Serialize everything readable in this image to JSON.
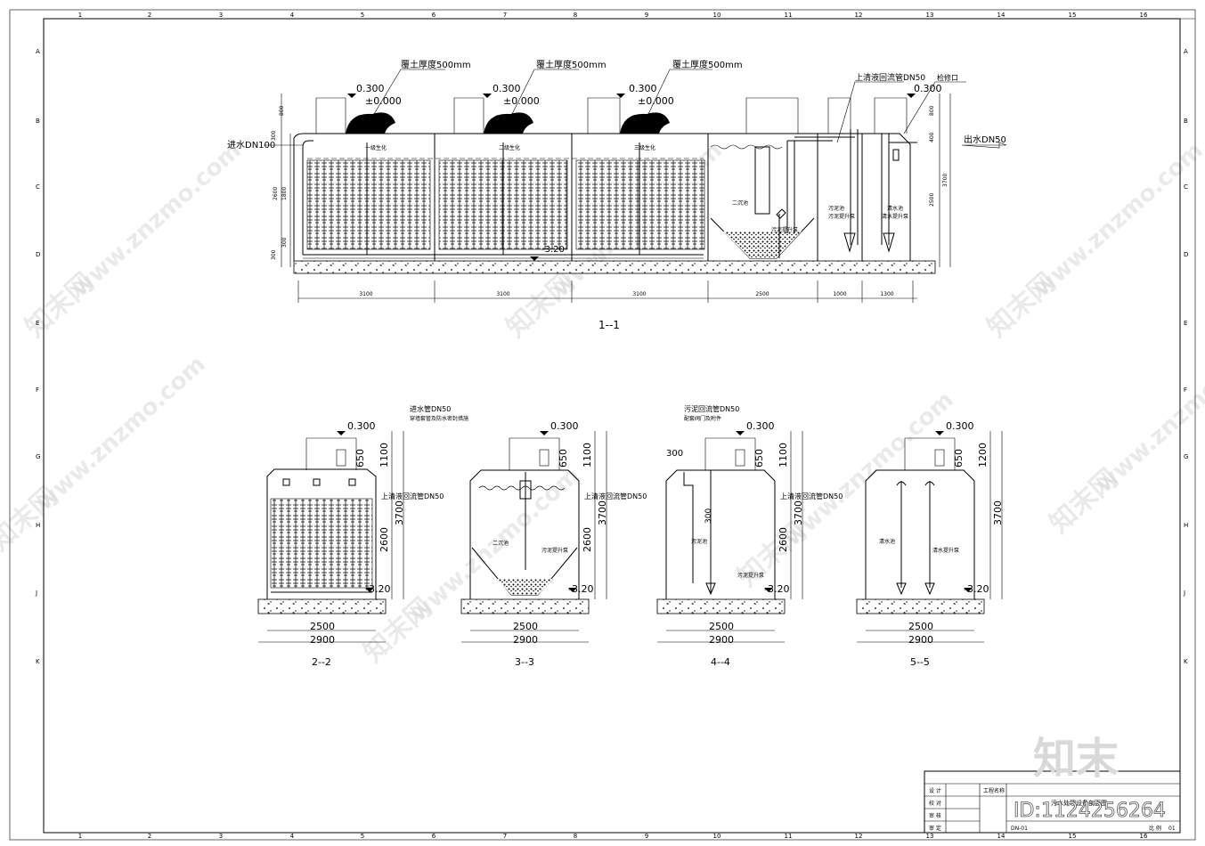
{
  "drawing": {
    "grid_cols_top": [
      "1",
      "2",
      "3",
      "4",
      "5",
      "6",
      "7",
      "8",
      "9",
      "10",
      "11",
      "12",
      "13",
      "14",
      "15",
      "16"
    ],
    "grid_rows": [
      "A",
      "B",
      "C",
      "D",
      "E",
      "F",
      "G",
      "H",
      "J",
      "K"
    ],
    "main_section": {
      "label": "1--1",
      "elev_top": "0.300",
      "elev_zero": "±0.000",
      "elev_bottom": "-3.20",
      "cover_note": "覆土厚度500mm",
      "inlet": "进水DN100",
      "outlet": "出水DN50",
      "return_pipe": "上清液回流管DN50",
      "vent": "检修口",
      "tank_labels": [
        "一级生化",
        "二级生化",
        "三级生化",
        "二沉池",
        "污泥池",
        "清水池"
      ],
      "pump_labels": [
        "污泥提升泵",
        "污泥提升泵",
        "清水提升泵"
      ],
      "dims_h": [
        "3100",
        "3100",
        "3100",
        "2500",
        "1000",
        "1300"
      ],
      "dims_v_left": [
        "300",
        "1800",
        "2600",
        "300",
        "300"
      ],
      "dims_v_right": [
        "800",
        "400",
        "2500",
        "3700"
      ],
      "dims_top": [
        "800"
      ]
    },
    "sections": [
      {
        "label": "2--2",
        "elev_top": "0.300",
        "elev_bottom": "-3.20",
        "note": "进水管DN50",
        "note2": "穿墙套管及防水密封措施",
        "pipe": "上清液回流管DN50",
        "dims": [
          "650",
          "1100",
          "2600",
          "3700"
        ],
        "w_inner": "2500",
        "w_outer": "2900"
      },
      {
        "label": "3--3",
        "elev_top": "0.300",
        "elev_bottom": "-3.20",
        "pipe": "上清液回流管DN50",
        "pump": "污泥提升泵",
        "tank": "二沉池",
        "dims": [
          "650",
          "1100",
          "2600",
          "3700"
        ],
        "w_inner": "2500",
        "w_outer": "2900"
      },
      {
        "label": "4--4",
        "elev_top": "0.300",
        "elev_bottom": "-3.20",
        "note": "污泥回流管DN50",
        "note2": "配套阀门及附件",
        "pipe": "上清液回流管DN50",
        "pump": "污泥提升泵",
        "tank": "污泥池",
        "dims": [
          "300",
          "650",
          "1100",
          "2600",
          "3700",
          "300"
        ],
        "w_inner": "2500",
        "w_outer": "2900"
      },
      {
        "label": "5--5",
        "elev_top": "0.300",
        "elev_bottom": "-3.20",
        "pump": "清水提升泵",
        "tank": "清水池",
        "dims": [
          "650",
          "1200",
          "3700"
        ],
        "w_inner": "2500",
        "w_outer": "2900"
      }
    ],
    "title_block": {
      "rows": [
        "设 计",
        "校 对",
        "审 核",
        "审 定"
      ],
      "project_label": "工程名称",
      "drawing_title": "污水处理设备剖面图",
      "drawing_no": "DN-01",
      "scale_label": "比 例",
      "sheet": "01"
    },
    "watermark": {
      "text": "www.znzmo.com",
      "brand": "知末网",
      "logo": "知末",
      "id": "ID:1124256264"
    }
  }
}
